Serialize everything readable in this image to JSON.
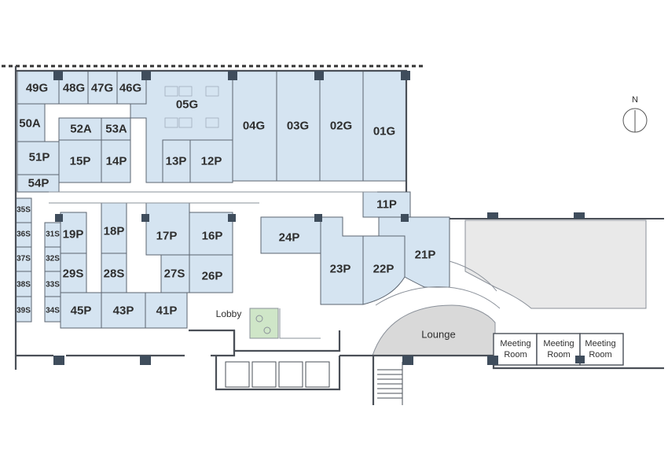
{
  "compass": {
    "label": "N"
  },
  "rooms": {
    "r49G": "49G",
    "r48G": "48G",
    "r47G": "47G",
    "r46G": "46G",
    "r05G": "05G",
    "r04G": "04G",
    "r03G": "03G",
    "r02G": "02G",
    "r01G": "01G",
    "r50A": "50A",
    "r52A": "52A",
    "r53A": "53A",
    "r51P": "51P",
    "r15P": "15P",
    "r14P": "14P",
    "r13P": "13P",
    "r12P": "12P",
    "r54P": "54P",
    "r11P": "11P",
    "r35S": "35S",
    "r36S": "36S",
    "r37S": "37S",
    "r38S": "38S",
    "r39S": "39S",
    "r31S": "31S",
    "r32S": "32S",
    "r33S": "33S",
    "r34S": "34S",
    "r19P": "19P",
    "r18P": "18P",
    "r17P": "17P",
    "r16P": "16P",
    "r24P": "24P",
    "r29S": "29S",
    "r28S": "28S",
    "r27S": "27S",
    "r26P": "26P",
    "r23P": "23P",
    "r22P": "22P",
    "r21P": "21P",
    "r45P": "45P",
    "r43P": "43P",
    "r41P": "41P"
  },
  "areas": {
    "lobby": "Lobby",
    "lounge": "Lounge",
    "meeting1_line1": "Meeting",
    "meeting1_line2": "Room",
    "meeting2_line1": "Meeting",
    "meeting2_line2": "Room",
    "meeting3_line1": "Meeting",
    "meeting3_line2": "Room"
  },
  "colors": {
    "room_fill": "#d5e4f1",
    "column": "#3f4d5c",
    "courtyard": "#e9e9e9",
    "planter": "#cfe6c8"
  }
}
